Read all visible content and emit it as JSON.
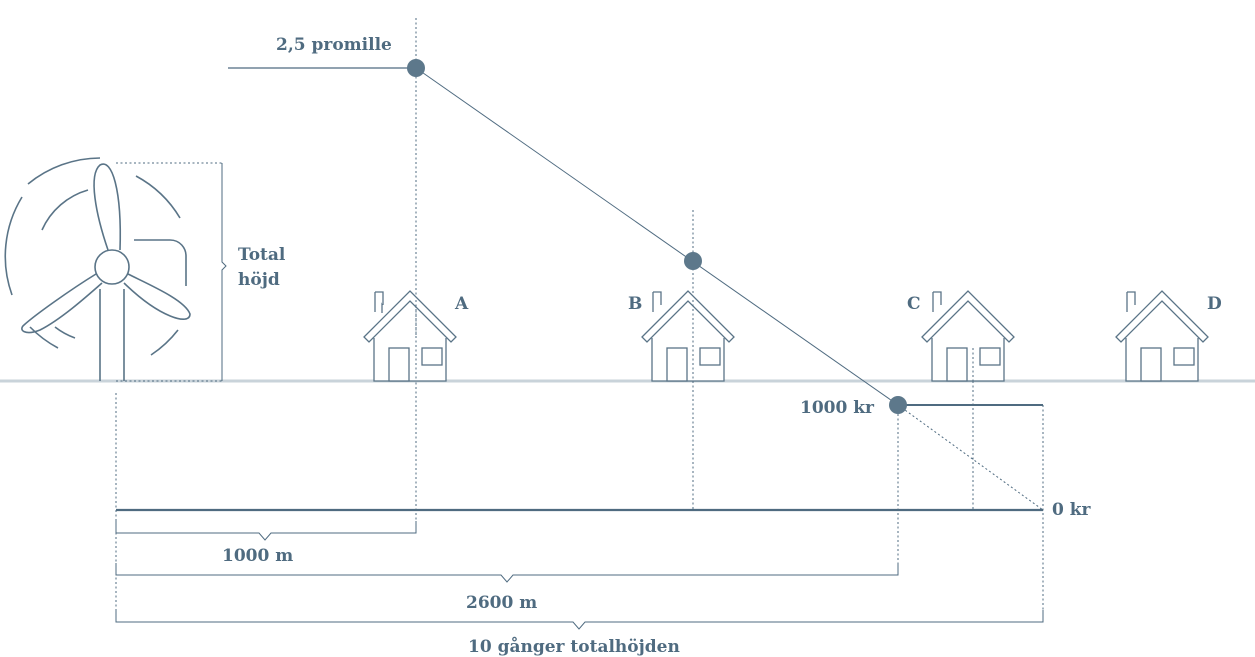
{
  "labels": {
    "rate_top": "2,5 promille",
    "height_line1": "Total",
    "height_line2": "höjd",
    "amount_mid": "1000 kr",
    "amount_zero": "0 kr",
    "dist_1": "1000 m",
    "dist_2": "2600 m",
    "dist_3": "10 gånger totalhöjden"
  },
  "houses": [
    {
      "letter": "A"
    },
    {
      "letter": "B"
    },
    {
      "letter": "C"
    },
    {
      "letter": "D"
    }
  ],
  "colors": {
    "ink": "#4f6b80",
    "ground": "#c9d3da",
    "dot": "#5d788b"
  }
}
